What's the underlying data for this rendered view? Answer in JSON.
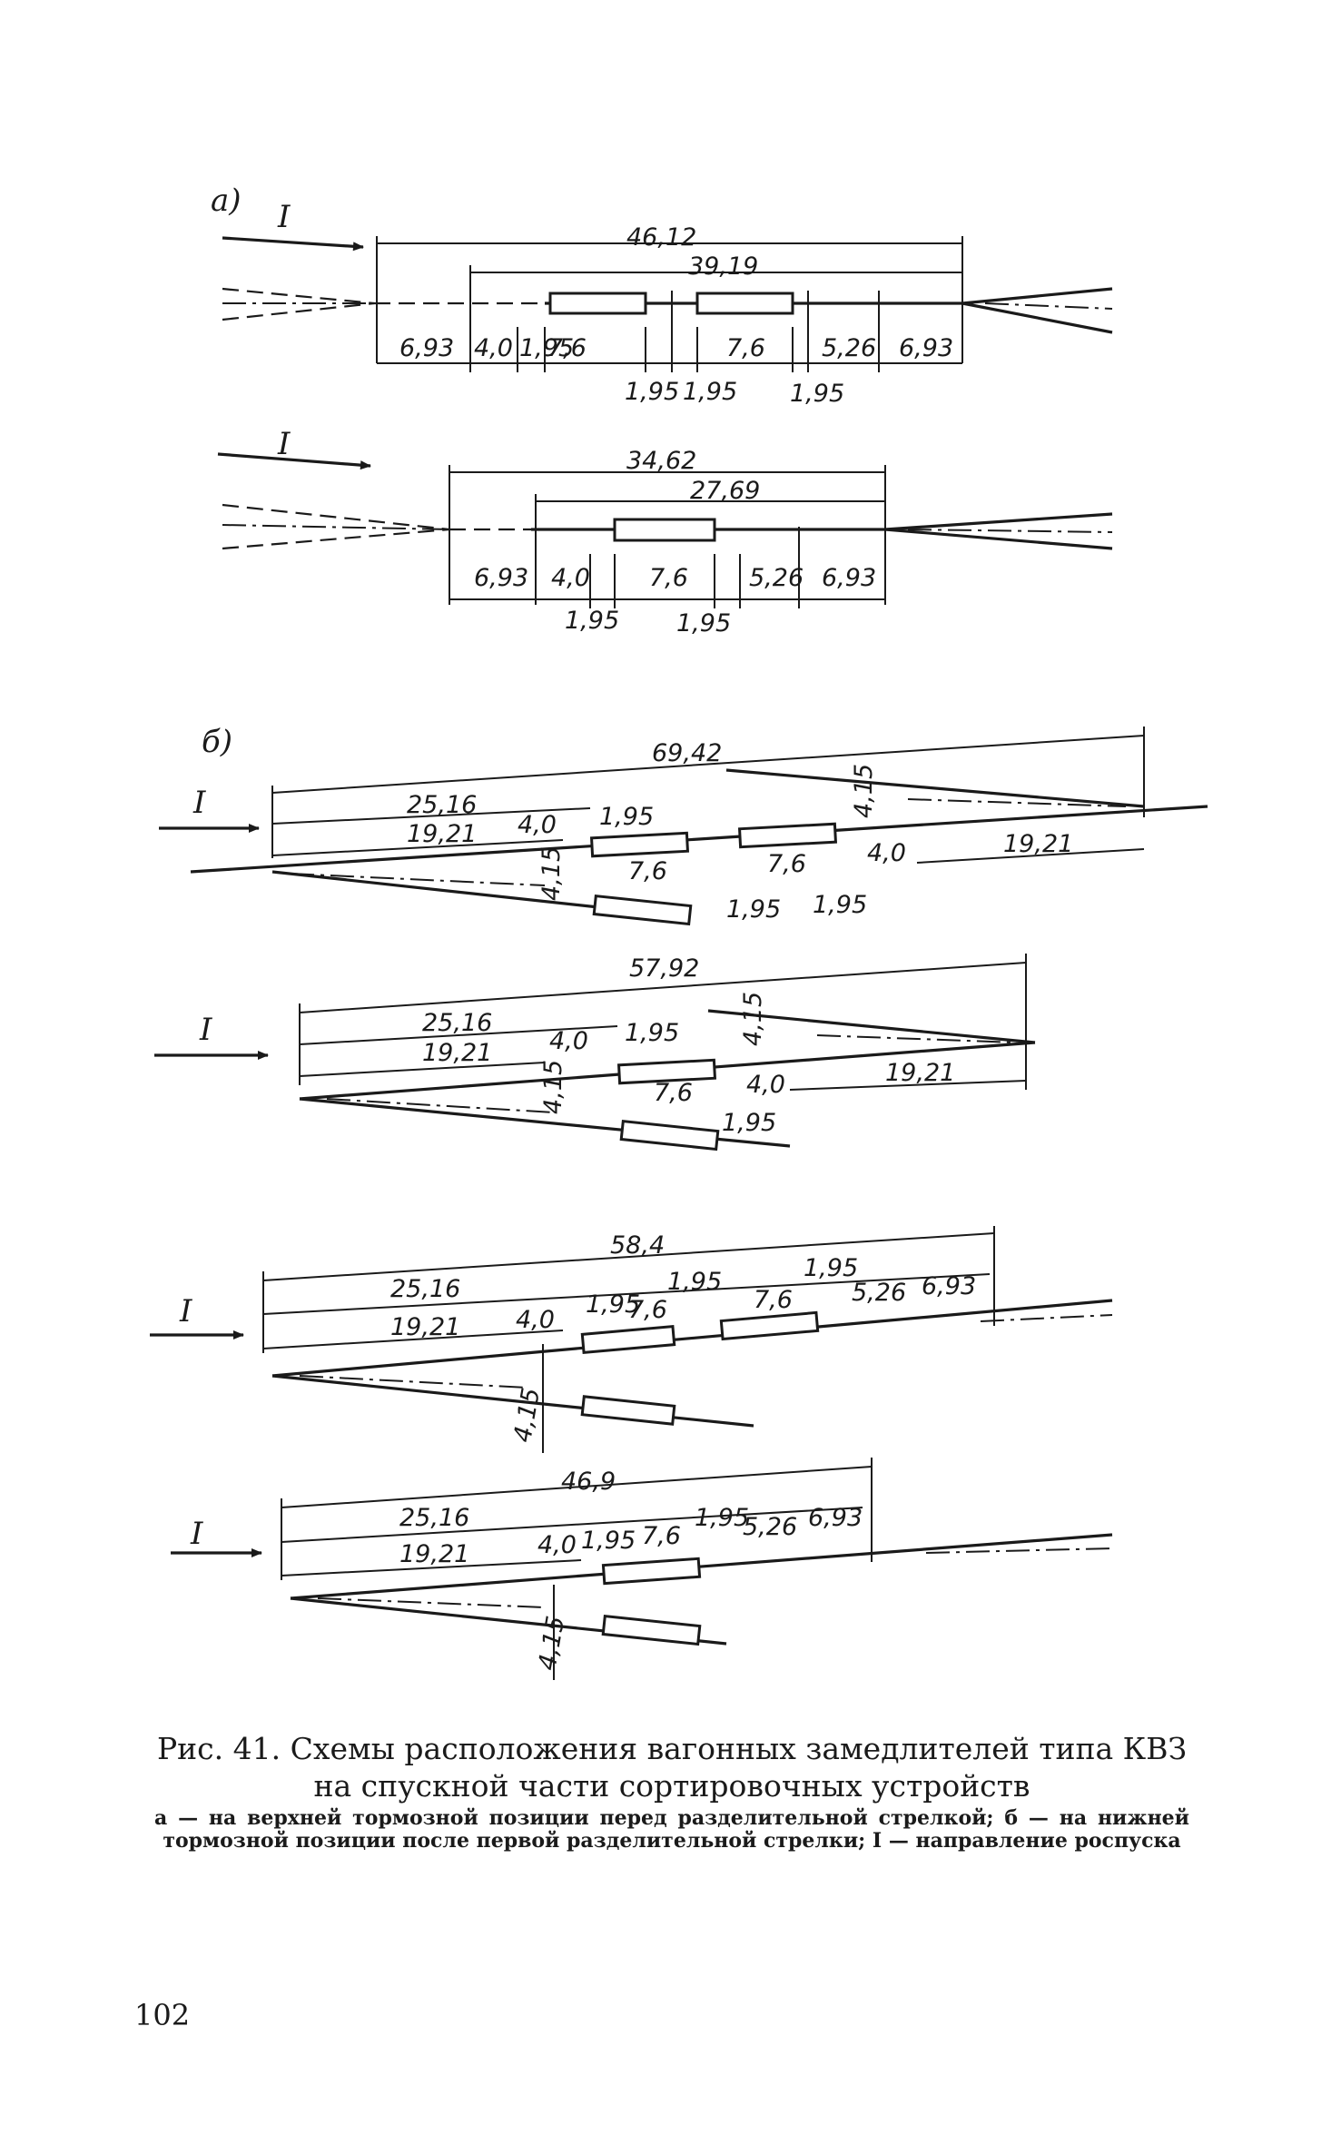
{
  "diagram_a": {
    "label": "а)",
    "direction": "I",
    "scheme1": {
      "total": "46,12",
      "sub": "39,19",
      "segments": [
        "6,93",
        "4,0",
        "1,95",
        "7,6",
        "7,6",
        "5,26",
        "6,93"
      ],
      "bottom": [
        "1,95",
        "1,95",
        "1,95"
      ]
    },
    "scheme2": {
      "total": "34,62",
      "sub": "27,69",
      "segments": [
        "6,93",
        "4,0",
        "7,6",
        "5,26",
        "6,93"
      ],
      "bottom": [
        "1,95",
        "1,95"
      ]
    }
  },
  "diagram_b": {
    "label": "б)",
    "direction": "I",
    "scheme1": {
      "total": "69,42",
      "d1": "25,16",
      "d2": "19,21",
      "d3": "4,0",
      "d4": "1,95",
      "d5": "4,15",
      "d6": "7,6",
      "d7": "7,6",
      "d8": "4,15",
      "d9": "4,0",
      "d10": "19,21",
      "d11": "1,95",
      "d12": "1,95"
    },
    "scheme2": {
      "total": "57,92",
      "d1": "25,16",
      "d2": "19,21",
      "d3": "4,0",
      "d4": "1,95",
      "d5": "4,15",
      "d6": "4,15",
      "d7": "7,6",
      "d8": "4,0",
      "d9": "19,21",
      "d10": "1,95"
    },
    "scheme3": {
      "total": "58,4",
      "d1": "25,16",
      "d2": "19,21",
      "d3": "4,0",
      "d4": "1,95",
      "d5": "7,6",
      "d6": "1,95",
      "d7": "7,6",
      "d8": "1,95",
      "d9": "5,26",
      "d10": "6,93",
      "d11": "4,15"
    },
    "scheme4": {
      "total": "46,9",
      "d1": "25,16",
      "d2": "19,21",
      "d3": "4,0",
      "d4": "1,95",
      "d5": "7,6",
      "d6": "1,95",
      "d7": "5,26",
      "d8": "6,93",
      "d9": "4,15"
    }
  },
  "caption": {
    "title_line1": "Рис. 41. Схемы расположения вагонных замедлителей типа КВЗ",
    "title_line2": "на спускной части сортировочных устройств",
    "sub_text": "а — на верхней тормозной позиции перед разделительной стрелкой; б — на нижней тормозной позиции после первой разделительной стрелки; I — направление роспуска"
  },
  "page_number": "102"
}
